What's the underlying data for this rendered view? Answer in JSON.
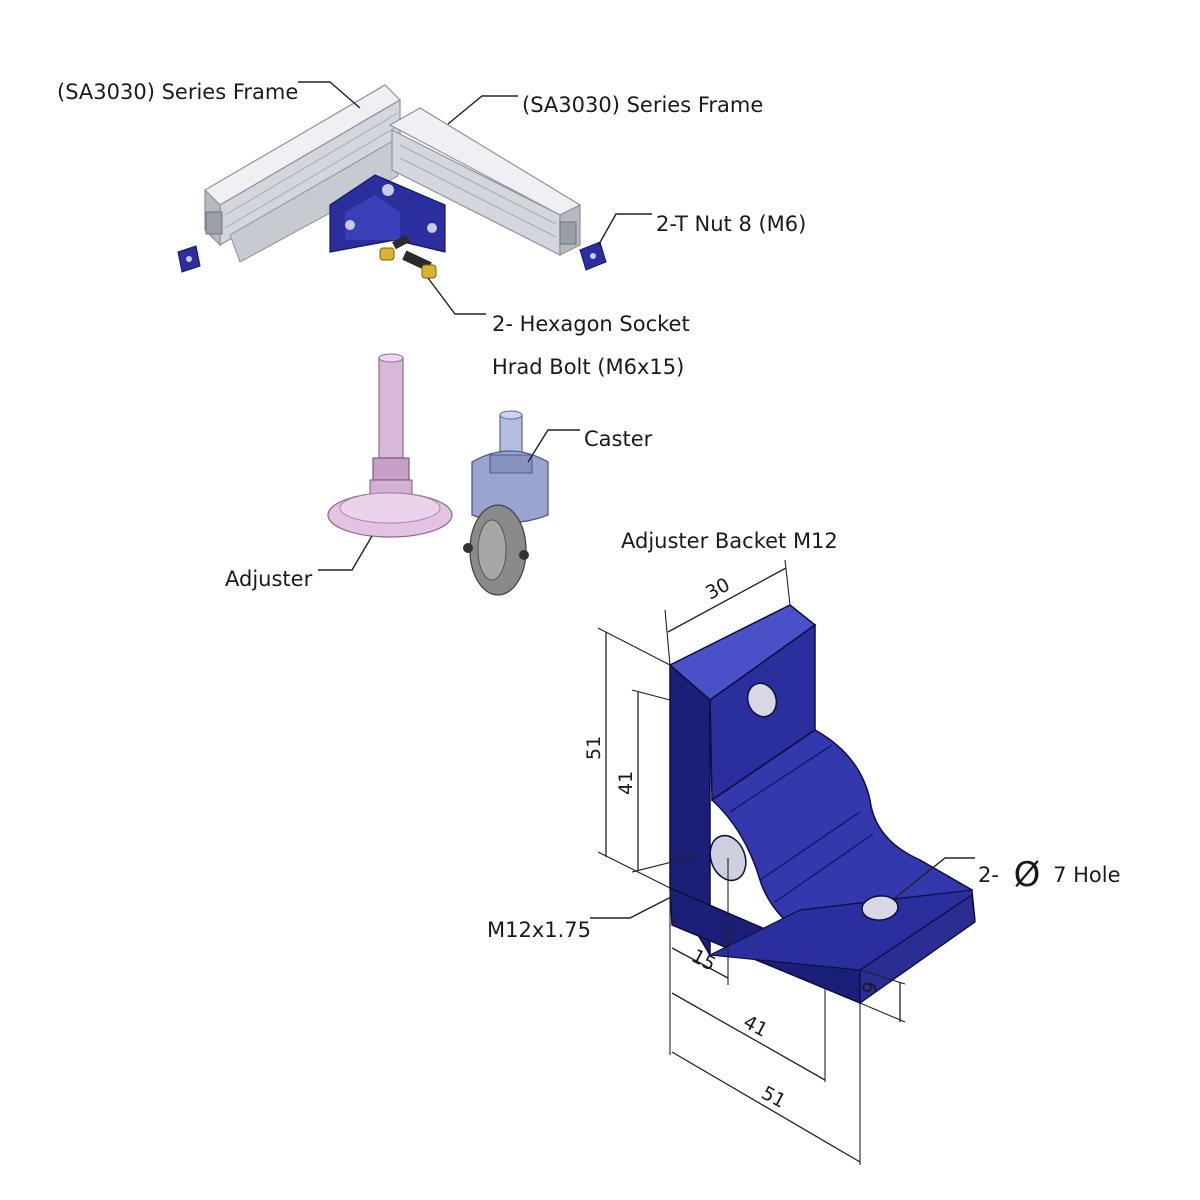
{
  "labels": {
    "frame_left": "(SA3030) Series Frame",
    "frame_right": "(SA3030) Series Frame",
    "t_nut": "2-T Nut 8 (M6)",
    "bolt_line1": "2- Hexagon Socket",
    "bolt_line2": "Hrad Bolt (M6x15)",
    "caster": "Caster",
    "adjuster": "Adjuster",
    "bracket_title": "Adjuster Backet  M12",
    "hole_prefix": "2-",
    "hole_symbol": "Ø",
    "hole_suffix": "7 Hole",
    "thread": "M12x1.75"
  },
  "dimensions": {
    "width_top": "30",
    "height_outer": "51",
    "height_inner": "41",
    "hole_offset": "15",
    "depth_inner": "41",
    "depth_outer": "51",
    "thickness": "9"
  },
  "colors": {
    "bracket_blue": "#2b2f9e",
    "bracket_dark": "#1c1f78",
    "bracket_light": "#4a50c8",
    "aluminum": "#e6e8ec",
    "aluminum_shade": "#b9bdc4",
    "adjuster_pink": "#e3c2e3",
    "caster_blue": "#9aa5cf",
    "caster_wheel": "#8a8a8a",
    "bolt_gold": "#d8b530"
  }
}
